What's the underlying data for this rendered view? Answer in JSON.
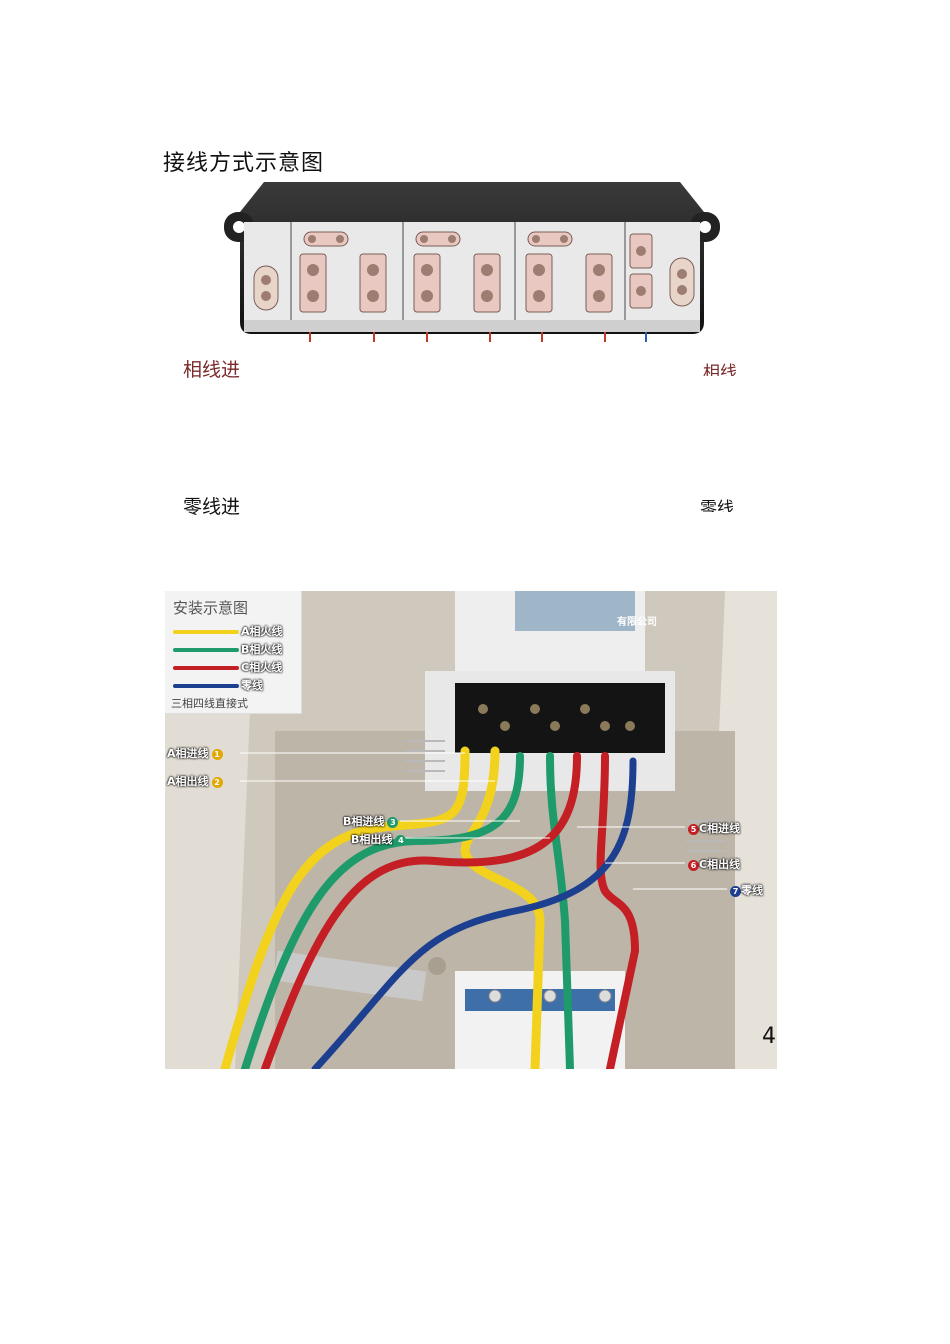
{
  "title": "接线方式示意图",
  "meter_labels": {
    "phase_in": "相线进",
    "phase_out_partial": "相线",
    "neutral_in": "零线进",
    "neutral_out_partial": "零线"
  },
  "install": {
    "legend_title": "安装示意图",
    "legend": [
      {
        "label": "A相火线",
        "color": "#f2d21c"
      },
      {
        "label": "B相火线",
        "color": "#1f9a6a"
      },
      {
        "label": "C相火线",
        "color": "#c41f24"
      },
      {
        "label": "零线",
        "color": "#1d3f8f"
      }
    ],
    "legend_note": "三相四线直接式",
    "callouts": [
      {
        "text": "A相进线",
        "num": "1"
      },
      {
        "text": "A相出线",
        "num": "2"
      },
      {
        "text": "B相进线",
        "num": "3"
      },
      {
        "text": "B相出线",
        "num": "4"
      },
      {
        "text": "C相进线",
        "num": "5"
      },
      {
        "text": "C相出线",
        "num": "6"
      },
      {
        "text": "零线",
        "num": "7"
      }
    ],
    "meter_tag": "有限公司"
  },
  "page_number": "4"
}
